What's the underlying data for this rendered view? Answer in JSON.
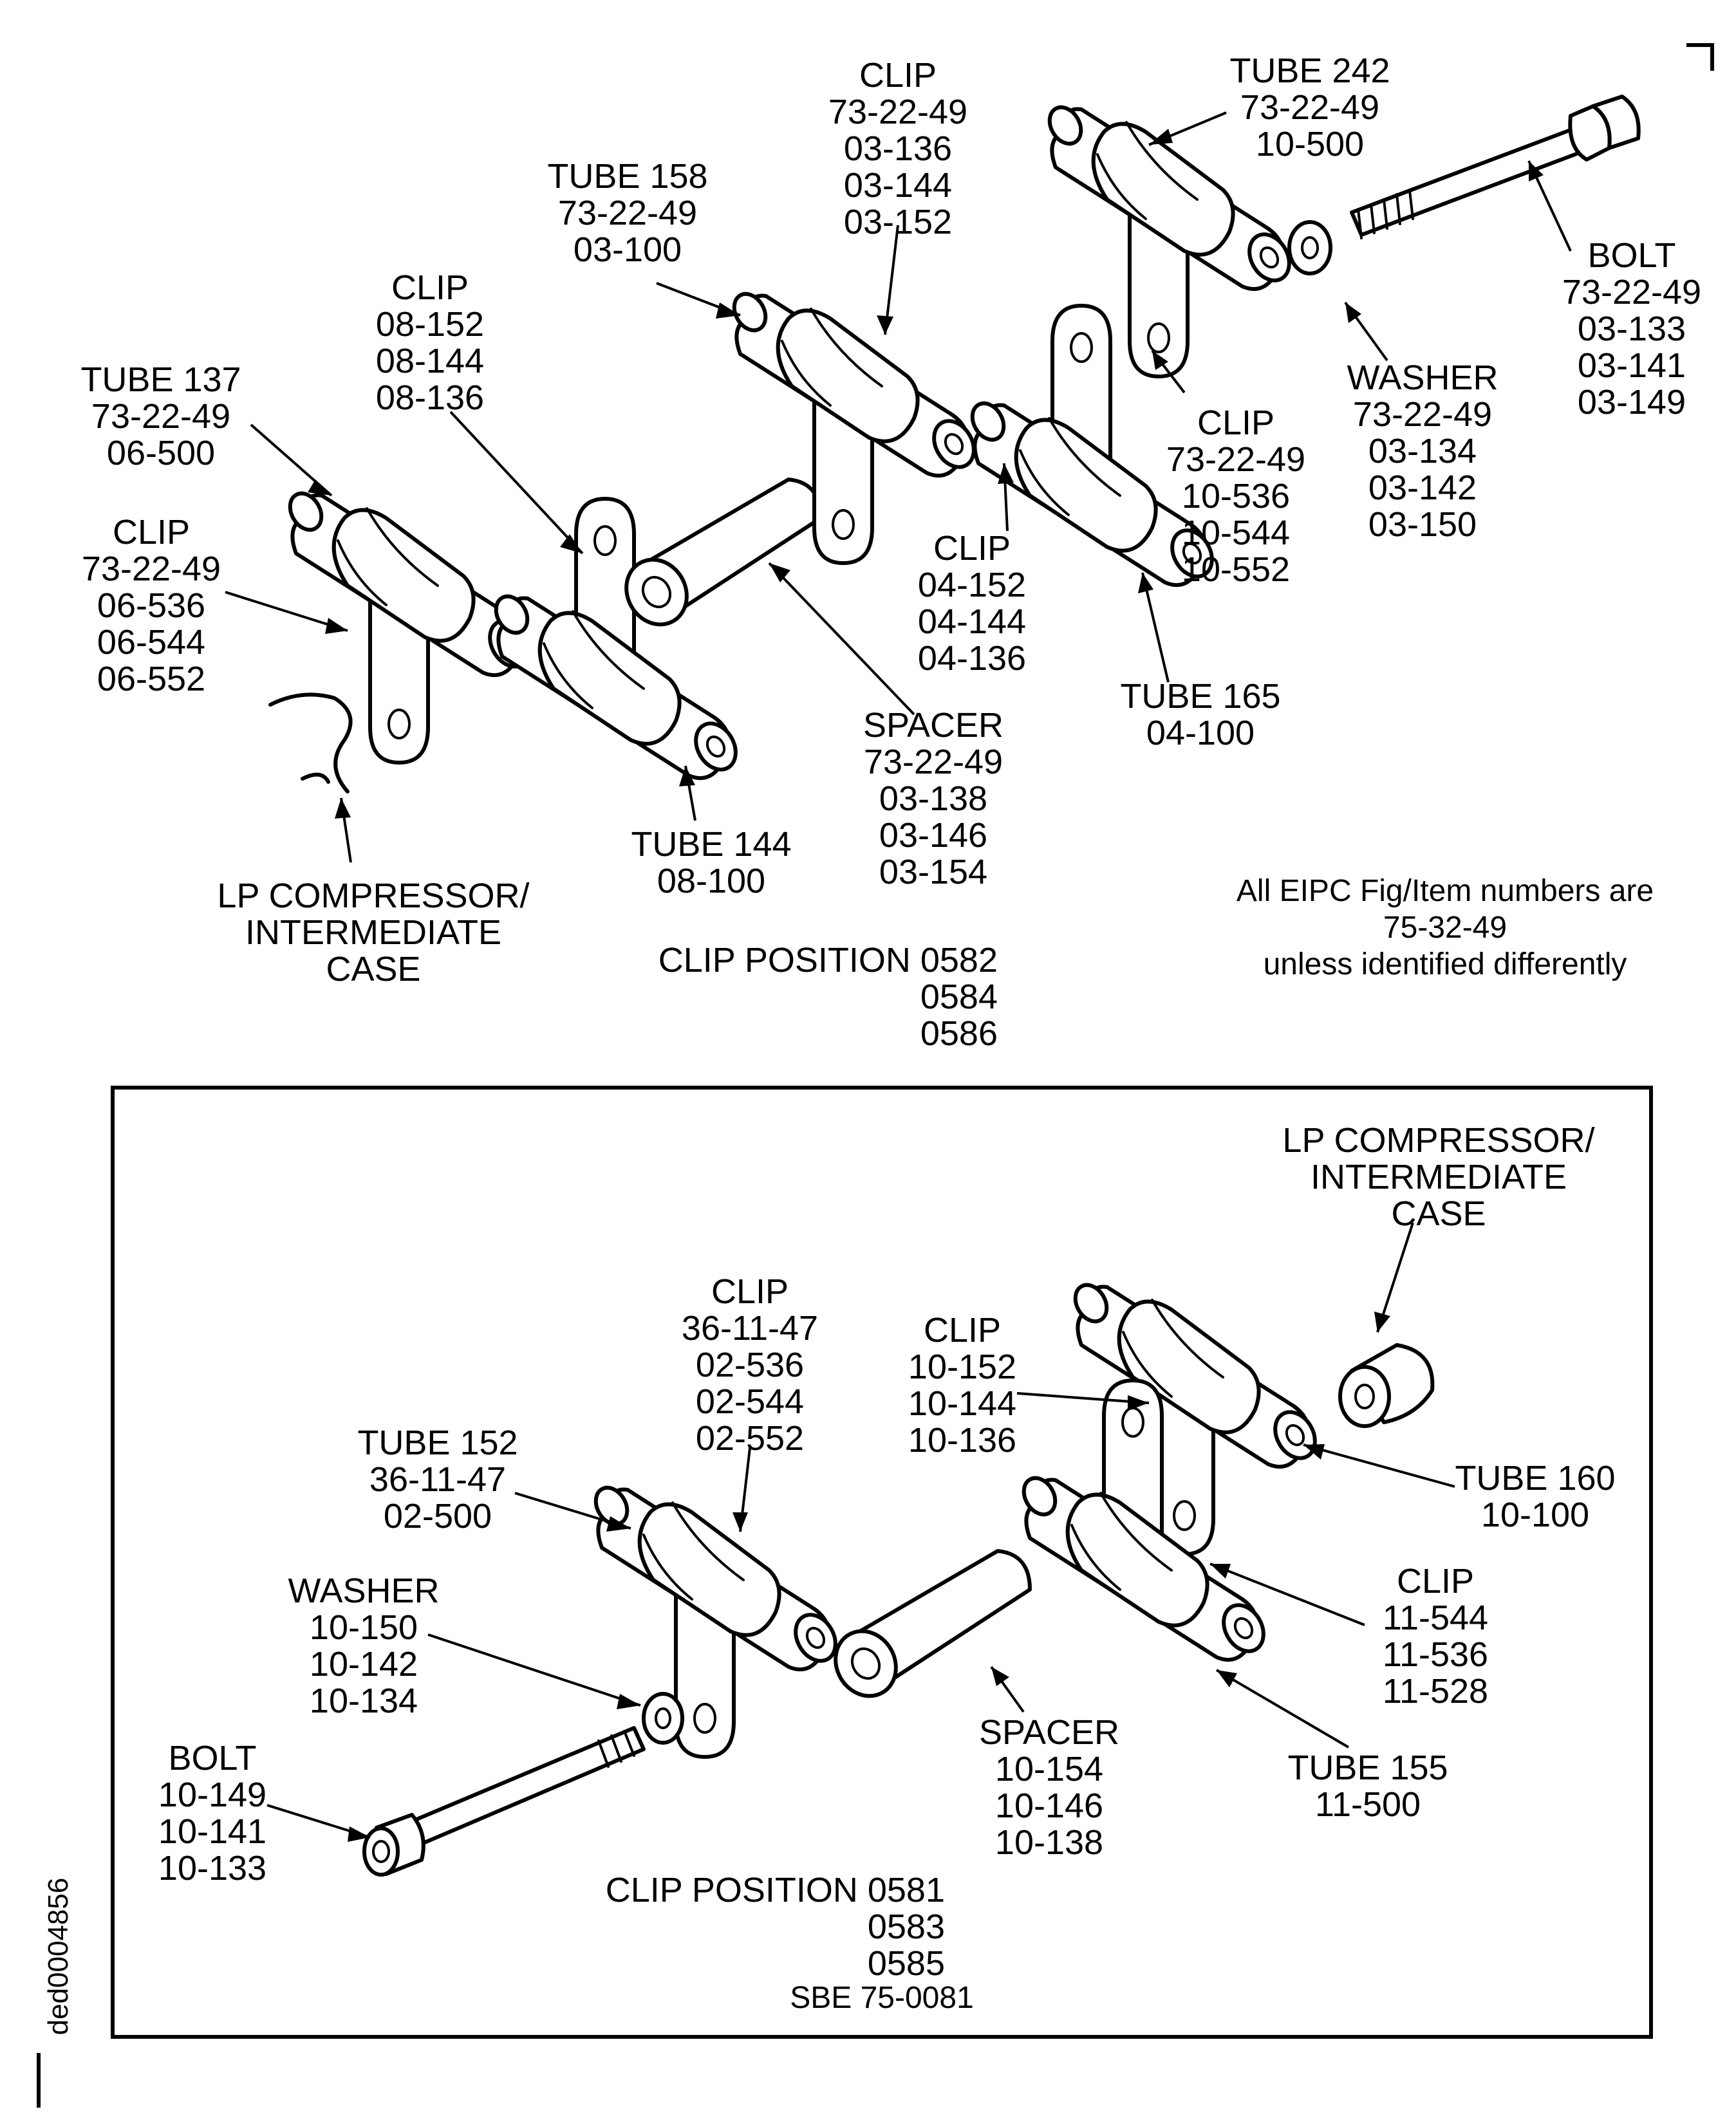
{
  "colors": {
    "ink": "#000000",
    "paper": "#ffffff"
  },
  "drawing_id": "ded0004856",
  "top_view": {
    "tube242": [
      "TUBE 242",
      "73-22-49",
      "10-500"
    ],
    "clip_top": [
      "CLIP",
      "73-22-49",
      "03-136",
      "03-144",
      "03-152"
    ],
    "tube158": [
      "TUBE 158",
      "73-22-49",
      "03-100"
    ],
    "clip_08": [
      "CLIP",
      "08-152",
      "08-144",
      "08-136"
    ],
    "tube137": [
      "TUBE 137",
      "73-22-49",
      "06-500"
    ],
    "clip_06": [
      "CLIP",
      "73-22-49",
      "06-536",
      "06-544",
      "06-552"
    ],
    "bolt": [
      "BOLT",
      "73-22-49",
      "03-133",
      "03-141",
      "03-149"
    ],
    "washer": [
      "WASHER",
      "73-22-49",
      "03-134",
      "03-142",
      "03-150"
    ],
    "clip_10": [
      "CLIP",
      "73-22-49",
      "10-536",
      "10-544",
      "10-552"
    ],
    "clip_04": [
      "CLIP",
      "04-152",
      "04-144",
      "04-136"
    ],
    "tube165": [
      "TUBE 165",
      "04-100"
    ],
    "spacer": [
      "SPACER",
      "73-22-49",
      "03-138",
      "03-146",
      "03-154"
    ],
    "tube144": [
      "TUBE 144",
      "08-100"
    ],
    "case": [
      "LP COMPRESSOR/",
      "INTERMEDIATE",
      "CASE"
    ],
    "clip_position": [
      "CLIP POSITION 0582",
      "0584",
      "0586"
    ],
    "note": [
      "All EIPC Fig/Item numbers are",
      "75-32-49",
      "unless identified differently"
    ]
  },
  "bottom_view": {
    "case": [
      "LP COMPRESSOR/",
      "INTERMEDIATE",
      "CASE"
    ],
    "clip_36": [
      "CLIP",
      "36-11-47",
      "02-536",
      "02-544",
      "02-552"
    ],
    "clip_10": [
      "CLIP",
      "10-152",
      "10-144",
      "10-136"
    ],
    "tube152": [
      "TUBE 152",
      "36-11-47",
      "02-500"
    ],
    "tube160": [
      "TUBE 160",
      "10-100"
    ],
    "washer": [
      "WASHER",
      "10-150",
      "10-142",
      "10-134"
    ],
    "clip_11": [
      "CLIP",
      "11-544",
      "11-536",
      "11-528"
    ],
    "spacer": [
      "SPACER",
      "10-154",
      "10-146",
      "10-138"
    ],
    "tube155": [
      "TUBE 155",
      "11-500"
    ],
    "bolt": [
      "BOLT",
      "10-149",
      "10-141",
      "10-133"
    ],
    "clip_position": [
      "CLIP POSITION 0581",
      "0583",
      "0585"
    ],
    "sbe": "SBE 75-0081"
  }
}
